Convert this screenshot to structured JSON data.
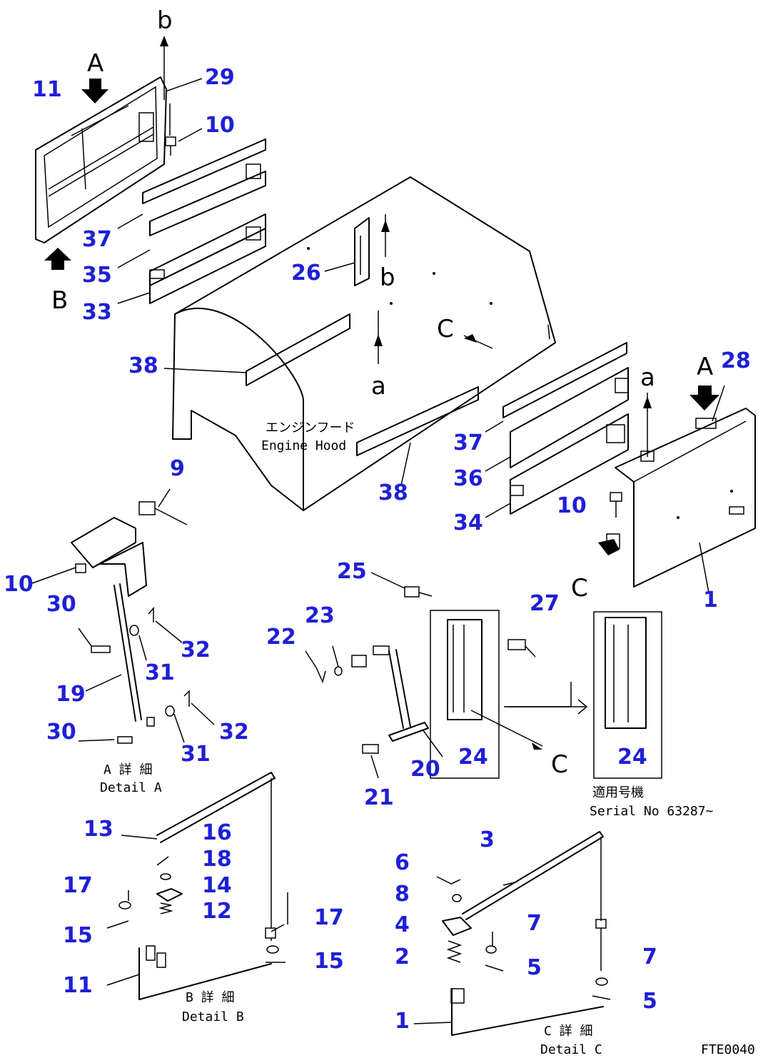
{
  "callouts": {
    "c1": "1",
    "c1b": "1",
    "c2": "2",
    "c3": "3",
    "c4": "4",
    "c5": "5",
    "c5b": "5",
    "c6": "6",
    "c7": "7",
    "c7b": "7",
    "c8": "8",
    "c9": "9",
    "c10a": "10",
    "c10b": "10",
    "c10c": "10",
    "c11a": "11",
    "c11b": "11",
    "c12": "12",
    "c13": "13",
    "c14": "14",
    "c15a": "15",
    "c15b": "15",
    "c16": "16",
    "c17a": "17",
    "c17b": "17",
    "c18": "18",
    "c19": "19",
    "c20": "20",
    "c21": "21",
    "c22": "22",
    "c23": "23",
    "c24a": "24",
    "c24b": "24",
    "c25": "25",
    "c26": "26",
    "c27": "27",
    "c28": "28",
    "c29": "29",
    "c30a": "30",
    "c30b": "30",
    "c31a": "31",
    "c31b": "31",
    "c32a": "32",
    "c32b": "32",
    "c33": "33",
    "c34": "34",
    "c35": "35",
    "c36": "36",
    "c37a": "37",
    "c37b": "37",
    "c38a": "38",
    "c38b": "38"
  },
  "view_letters": {
    "A_top": "A",
    "A_right": "A",
    "B_left": "B",
    "C_center": "C",
    "C_right": "C",
    "C_bracket": "C",
    "a_center": "a",
    "a_right": "a",
    "b_top": "b",
    "b_center": "b"
  },
  "labels": {
    "hood_jp": "エンジンフード",
    "hood_en": "Engine Hood",
    "detail_a_jp": "A 詳 細",
    "detail_a_en": "Detail A",
    "detail_b_jp": "B 詳 細",
    "detail_b_en": "Detail B",
    "detail_c_jp": "C 詳 細",
    "detail_c_en": "Detail C",
    "serial_jp": "適用号機",
    "serial_en": "Serial No 63287~",
    "drawing_code": "FTE0040"
  }
}
